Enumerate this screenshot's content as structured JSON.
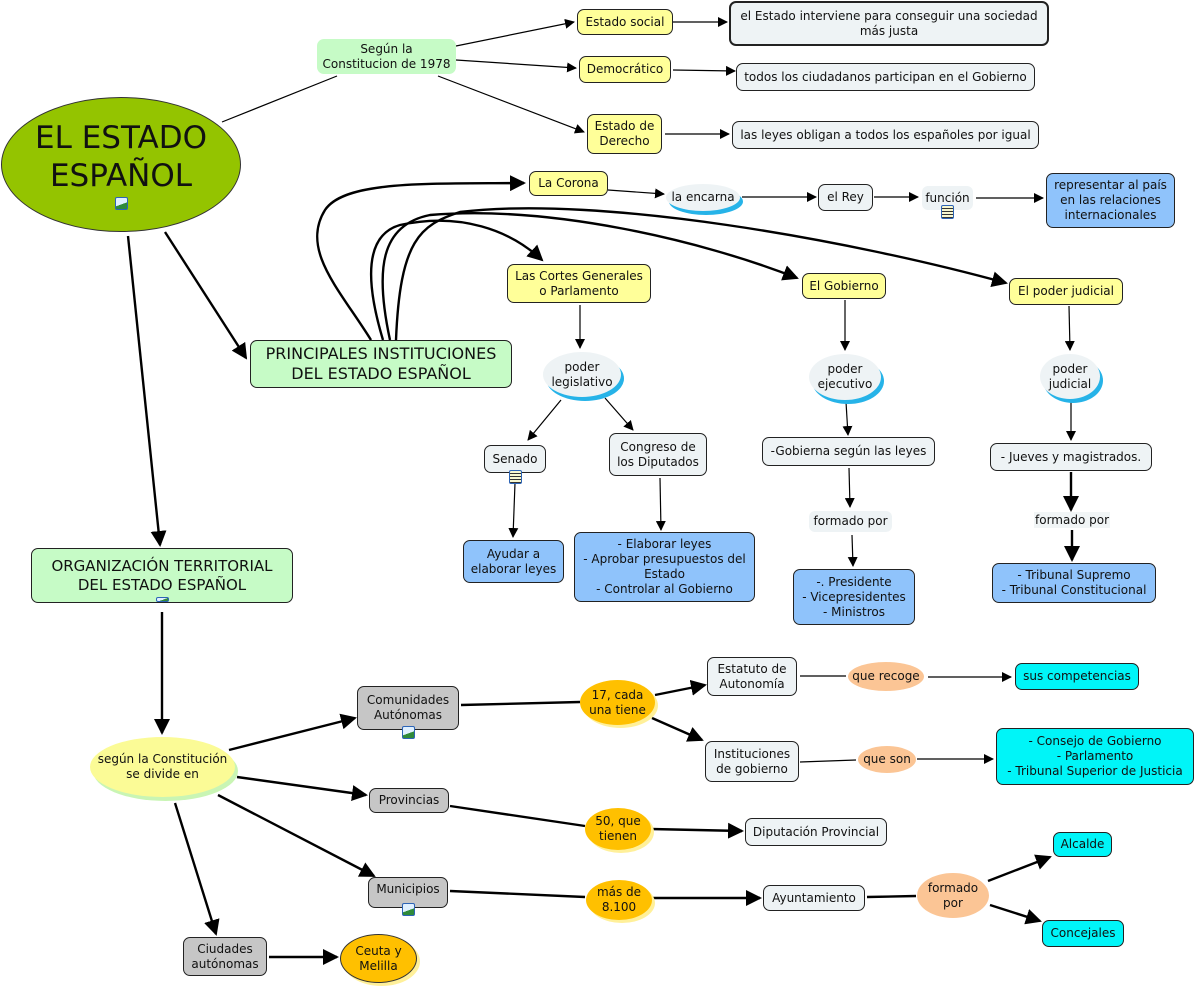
{
  "title": "EL ESTADO ESPAÑOL",
  "colors": {
    "root": "#94c400",
    "green_box": "#c6fbc6",
    "yellow_box": "#ffff99",
    "light_box": "#eef3f5",
    "blue_box": "#8fc3fb",
    "gray_box": "#c6c6c6",
    "cyan_box": "#00f5f8",
    "orange_link": "#fbc595",
    "gold_link": "#ffc000",
    "bubble_shadow": "#26b3e8"
  },
  "nodes": {
    "root": "EL ESTADO\nESPAÑOL",
    "segun_constitucion": "Según la\nConstitucion de 1978",
    "estado_social": "Estado social",
    "estado_social_desc": "el Estado interviene para conseguir una sociedad\nmás justa",
    "democratico": "Democrático",
    "democratico_desc": "todos los ciudadanos participan en el Gobierno",
    "estado_derecho": "Estado de\nDerecho",
    "estado_derecho_desc": "las leyes obligan a todos los españoles por igual",
    "instituciones": "PRINCIPALES INSTITUCIONES\nDEL ESTADO ESPAÑOL",
    "la_corona": "La Corona",
    "la_encarna": "la encarna",
    "el_rey": "el Rey",
    "funcion": "función",
    "funcion_desc": "representar al país\nen las relaciones\ninternacionales",
    "cortes": "Las Cortes Generales\no Parlamento",
    "gobierno": "El Gobierno",
    "poder_judicial_inst": "El poder judicial",
    "poder_legislativo": "poder\nlegislativo",
    "senado": "Senado",
    "congreso": "Congreso de\nlos Diputados",
    "senado_desc": "Ayudar a\nelaborar leyes",
    "congreso_desc": "- Elaborar leyes\n- Aprobar presupuestos del\nEstado\n- Controlar al Gobierno",
    "poder_ejecutivo": "poder\nejecutivo",
    "gobierna": "-Gobierna según las leyes",
    "formado_por_1": "formado por",
    "ejecutivo_miembros": "-. Presidente\n- Vicepresidentes\n- Ministros",
    "poder_judicial": "poder\njudicial",
    "jueces": "- Jueves y magistrados.",
    "formado_por_2": "formado por",
    "tribunales": "- Tribunal Supremo\n- Tribunal Constitucional",
    "organizacion": "ORGANIZACIÓN TERRITORIAL\nDEL ESTADO ESPAÑOL",
    "se_divide": "según la Constitución\nse divide en",
    "comunidades": "Comunidades\nAutónomas",
    "diecisiete": "17, cada\nuna tiene",
    "estatuto": "Estatuto de\nAutonomía",
    "que_recoge": "que recoge",
    "competencias": "sus competencias",
    "inst_gobierno": "Instituciones\nde gobierno",
    "que_son": "que son",
    "inst_lista": "- Consejo de Gobierno\n- Parlamento\n- Tribunal Superior de Justicia",
    "provincias": "Provincias",
    "cincuenta": "50, que\ntienen",
    "diputacion": "Diputación Provincial",
    "municipios": "Municipios",
    "mas_de": "más de\n8.100",
    "ayuntamiento": "Ayuntamiento",
    "formado_por_3": "formado\npor",
    "alcalde": "Alcalde",
    "concejales": "Concejales",
    "ciudades": "Ciudades\nautónomas",
    "ceuta": "Ceuta y\nMelilla"
  },
  "icons": {
    "image": "image-resource-icon",
    "document": "document-resource-icon"
  }
}
